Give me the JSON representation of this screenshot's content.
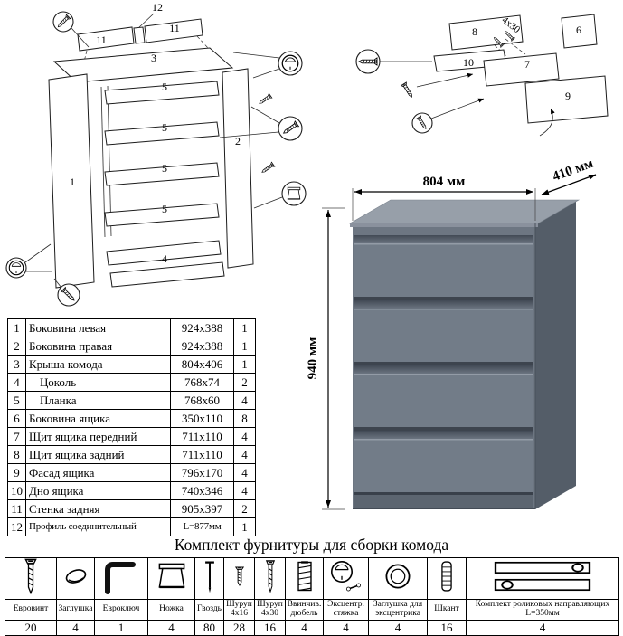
{
  "dimensions": {
    "width": "804 мм",
    "depth": "410 мм",
    "height": "940 мм"
  },
  "parts": {
    "rows": [
      {
        "num": "1",
        "name": "Боковина левая",
        "size": "924x388",
        "qty": "1"
      },
      {
        "num": "2",
        "name": "Боковина правая",
        "size": "924x388",
        "qty": "1"
      },
      {
        "num": "3",
        "name": "Крыша комода",
        "size": "804x406",
        "qty": "1"
      },
      {
        "num": "4",
        "name": "Цоколь",
        "size": "768x74",
        "qty": "2"
      },
      {
        "num": "5",
        "name": "Планка",
        "size": "768x60",
        "qty": "4"
      },
      {
        "num": "6",
        "name": "Боковина ящика",
        "size": "350x110",
        "qty": "8"
      },
      {
        "num": "7",
        "name": "Щит ящика передний",
        "size": "711x110",
        "qty": "4"
      },
      {
        "num": "8",
        "name": "Щит ящика задний",
        "size": "711x110",
        "qty": "4"
      },
      {
        "num": "9",
        "name": "Фасад ящика",
        "size": "796x170",
        "qty": "4"
      },
      {
        "num": "10",
        "name": "Дно ящика",
        "size": "740x346",
        "qty": "4"
      },
      {
        "num": "11",
        "name": "Стенка задняя",
        "size": "905x397",
        "qty": "2"
      },
      {
        "num": "12",
        "name": "Профиль соединительный",
        "size": "L=877мм",
        "qty": "1"
      }
    ]
  },
  "hardware": {
    "title": "Комплект фурнитуры для сборки комода",
    "items": [
      {
        "icon": "euro-screw-icon",
        "label": "Евровинт",
        "qty": "20"
      },
      {
        "icon": "cap-icon",
        "label": "Заглушка",
        "qty": "4"
      },
      {
        "icon": "hex-key-icon",
        "label": "Евроключ",
        "qty": "1"
      },
      {
        "icon": "leg-icon",
        "label": "Ножка",
        "qty": "4"
      },
      {
        "icon": "nail-icon",
        "label": "Гвоздь",
        "qty": "80"
      },
      {
        "icon": "screw-4x16-icon",
        "label": "Шуруп 4x16",
        "qty": "28"
      },
      {
        "icon": "screw-4x30-icon",
        "label": "Шуруп 4x30",
        "qty": "16"
      },
      {
        "icon": "screw-in-dowel-icon",
        "label": "Ввинчив. дюбель",
        "qty": "4"
      },
      {
        "icon": "cam-lock-icon",
        "label": "Эксцентр. стяжка",
        "qty": "4"
      },
      {
        "icon": "cam-cap-icon",
        "label": "Заглушка для эксцентрика",
        "qty": "4"
      },
      {
        "icon": "dowel-icon",
        "label": "Шкант",
        "qty": "16"
      },
      {
        "icon": "roller-slides-icon",
        "label": "Комплект роликовых направляющих L=350мм",
        "qty": "4"
      }
    ]
  },
  "diagrams": {
    "cabinet": {
      "labels": [
        "12",
        "11",
        "11",
        "3",
        "1",
        "5",
        "5",
        "5",
        "5",
        "2",
        "4"
      ]
    },
    "drawer": {
      "labels": [
        "8",
        "4x30",
        "6",
        "10",
        "7",
        "9"
      ]
    }
  },
  "colors": {
    "chest_front": "#6d7682",
    "chest_top": "#979fa9",
    "chest_side": "#545d68",
    "groove": "#49515c"
  }
}
